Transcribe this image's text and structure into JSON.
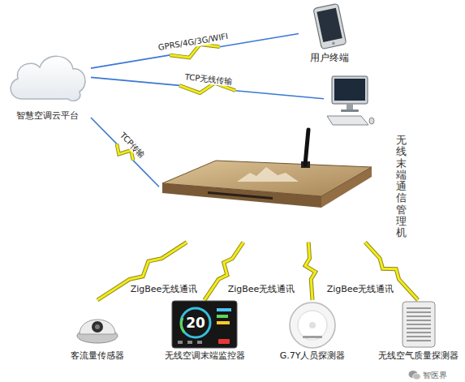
{
  "diagram": {
    "nodes": [
      {
        "text": [
          "智慧空调云平台"
        ]
      },
      {
        "text": [
          "用户终端"
        ]
      },
      {
        "text": []
      },
      {
        "text": [
          "无线末端通信管理机"
        ]
      },
      {
        "text": [
          "客流量传感器"
        ]
      },
      {
        "text": [
          "无线空调末端监控器"
        ]
      },
      {
        "text": [
          "G.7Y人员探测器"
        ]
      },
      {
        "text": [
          "无线空气质量探测器"
        ]
      }
    ],
    "edges": [
      {
        "from": 0,
        "to": 1,
        "arrow": "none",
        "label": "GPRS/4G/3G/WIFI"
      },
      {
        "from": 0,
        "to": 2,
        "arrow": "none",
        "label": "TCP无线传输"
      },
      {
        "from": 0,
        "to": 3,
        "arrow": "none",
        "label": "TCP传输"
      },
      {
        "from": 3,
        "to": 4,
        "arrow": "none",
        "label": "ZigBee无线通讯"
      },
      {
        "from": 3,
        "to": 5,
        "arrow": "none",
        "label": "ZigBee无线通讯"
      },
      {
        "from": 3,
        "to": 6,
        "arrow": "none"
      },
      {
        "from": 3,
        "to": 7,
        "arrow": "none",
        "label": "ZigBee无线通讯"
      }
    ],
    "labels": [
      "20",
      "智医界"
    ]
  }
}
